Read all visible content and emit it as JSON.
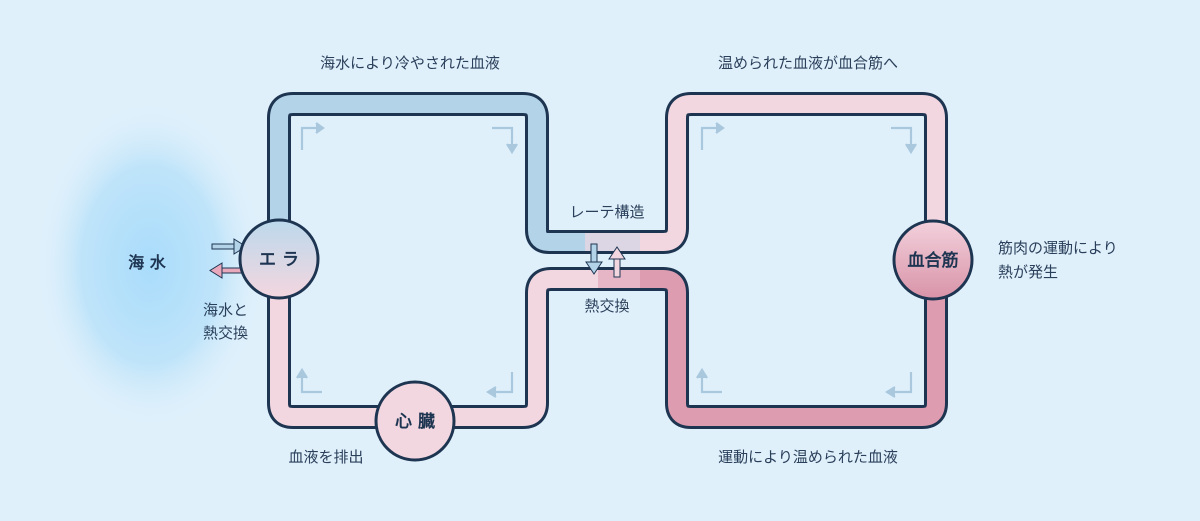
{
  "labels": {
    "seawater": "海 水",
    "gill_exchange_1": "海水と",
    "gill_exchange_2": "熱交換",
    "cooled_blood": "海水により冷やされた血液",
    "warmed_to_muscle": "温められた血液が血合筋へ",
    "rete": "レーテ構造",
    "heat_exchange": "熱交換",
    "muscle_note_1": "筋肉の運動により",
    "muscle_note_2": "熱が発生",
    "blood_out": "血液を排出",
    "muscle_warmed_blood": "運動により温められた血液"
  },
  "nodes": {
    "gill": "エ ラ",
    "heart": "心 臓",
    "red_muscle": "血合筋"
  },
  "colors": {
    "background": "#dff0fb",
    "cool_blue": "#b3d3e8",
    "light_pink": "#f2d7e0",
    "deep_pink": "#dd9cb0",
    "outline": "#1e3552",
    "arrow": "#a9c8de"
  }
}
